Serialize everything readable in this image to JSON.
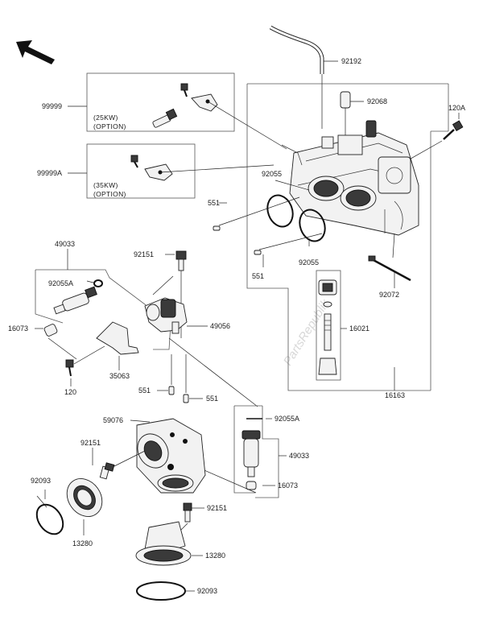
{
  "labels": {
    "l_92192": "92192",
    "l_92068": "92068",
    "l_120A": "120A",
    "l_99999": "99999",
    "l_99999A": "99999A",
    "l_92055_top": "92055",
    "l_551_top": "551",
    "l_92055_mid": "92055",
    "l_551_mid": "551",
    "l_92072": "92072",
    "l_16021": "16021",
    "l_16163": "16163",
    "l_49033_left": "49033",
    "l_92055A_left": "92055A",
    "l_92151_top": "92151",
    "l_49056": "49056",
    "l_16073_left": "16073",
    "l_120": "120",
    "l_35063": "35063",
    "l_551_a": "551",
    "l_551_b": "551",
    "l_59076": "59076",
    "l_92055A_right": "92055A",
    "l_49033_right": "49033",
    "l_16073_right": "16073",
    "l_92151_left": "92151",
    "l_92093_left": "92093",
    "l_13280_left": "13280",
    "l_92151_bottom": "92151",
    "l_13280_right": "13280",
    "l_92093_bottom": "92093"
  },
  "options": {
    "opt_25kw_power": "(25KW)",
    "opt_25kw_text": "(OPTION)",
    "opt_35kw_power": "(35KW)",
    "opt_35kw_text": "(OPTION)"
  },
  "watermark": "PartsRepublik"
}
